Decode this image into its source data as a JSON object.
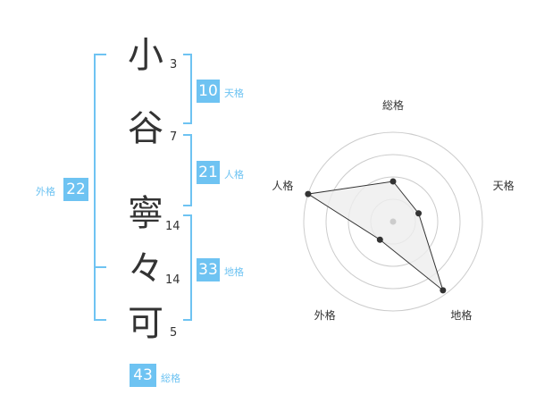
{
  "name": {
    "chars": [
      "小",
      "谷",
      "寧",
      "々",
      "可"
    ],
    "strokes": [
      "3",
      "7",
      "14",
      "14",
      "5"
    ]
  },
  "fortunes": {
    "tenkaku": {
      "value": "10",
      "label": "天格"
    },
    "jinkaku": {
      "value": "21",
      "label": "人格"
    },
    "chikaku": {
      "value": "33",
      "label": "地格"
    },
    "gaikaku": {
      "value": "22",
      "label": "外格"
    },
    "soukaku": {
      "value": "43",
      "label": "総格"
    }
  },
  "radar": {
    "axes": [
      "総格",
      "天格",
      "地格",
      "外格",
      "人格"
    ],
    "levels": 4,
    "values": [
      0.45,
      0.3,
      0.95,
      0.25,
      1.0
    ]
  },
  "colors": {
    "accent": "#6ec3f2",
    "text": "#333333",
    "grid": "#cccccc",
    "fill": "#eeeeee"
  }
}
